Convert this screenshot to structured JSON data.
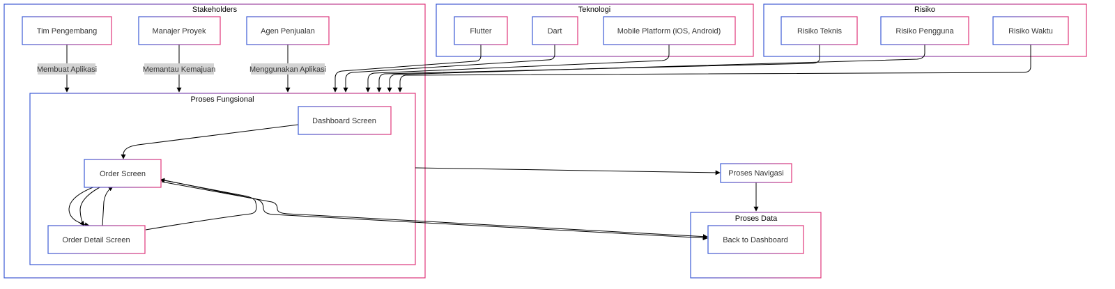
{
  "colors": {
    "border_start": "#3b5bd6",
    "border_end": "#e0357a",
    "edge": "#000000",
    "edge_label_bg": "#d3d3d3"
  },
  "clusters": {
    "stakeholders": "Stakeholders",
    "teknologi": "Teknologi",
    "risiko": "Risiko",
    "proses_fungsional": "Proses Fungsional",
    "proses_data": "Proses Data"
  },
  "nodes": {
    "tim_pengembang": "Tim Pengembang",
    "manajer_proyek": "Manajer Proyek",
    "agen_penjualan": "Agen Penjualan",
    "flutter": "Flutter",
    "dart": "Dart",
    "mobile_platform": "Mobile Platform (iOS, Android)",
    "risiko_teknis": "Risiko Teknis",
    "risiko_pengguna": "Risiko Pengguna",
    "risiko_waktu": "Risiko Waktu",
    "dashboard_screen": "Dashboard Screen",
    "order_screen": "Order Screen",
    "order_detail_screen": "Order Detail Screen",
    "proses_navigasi": "Proses Navigasi",
    "back_to_dashboard": "Back to Dashboard"
  },
  "edge_labels": {
    "membuat_aplikasi": "Membuat Aplikasi",
    "memantau_kemajuan": "Memantau Kemajuan",
    "menggunakan_aplikasi": "Menggunakan Aplikasi"
  }
}
